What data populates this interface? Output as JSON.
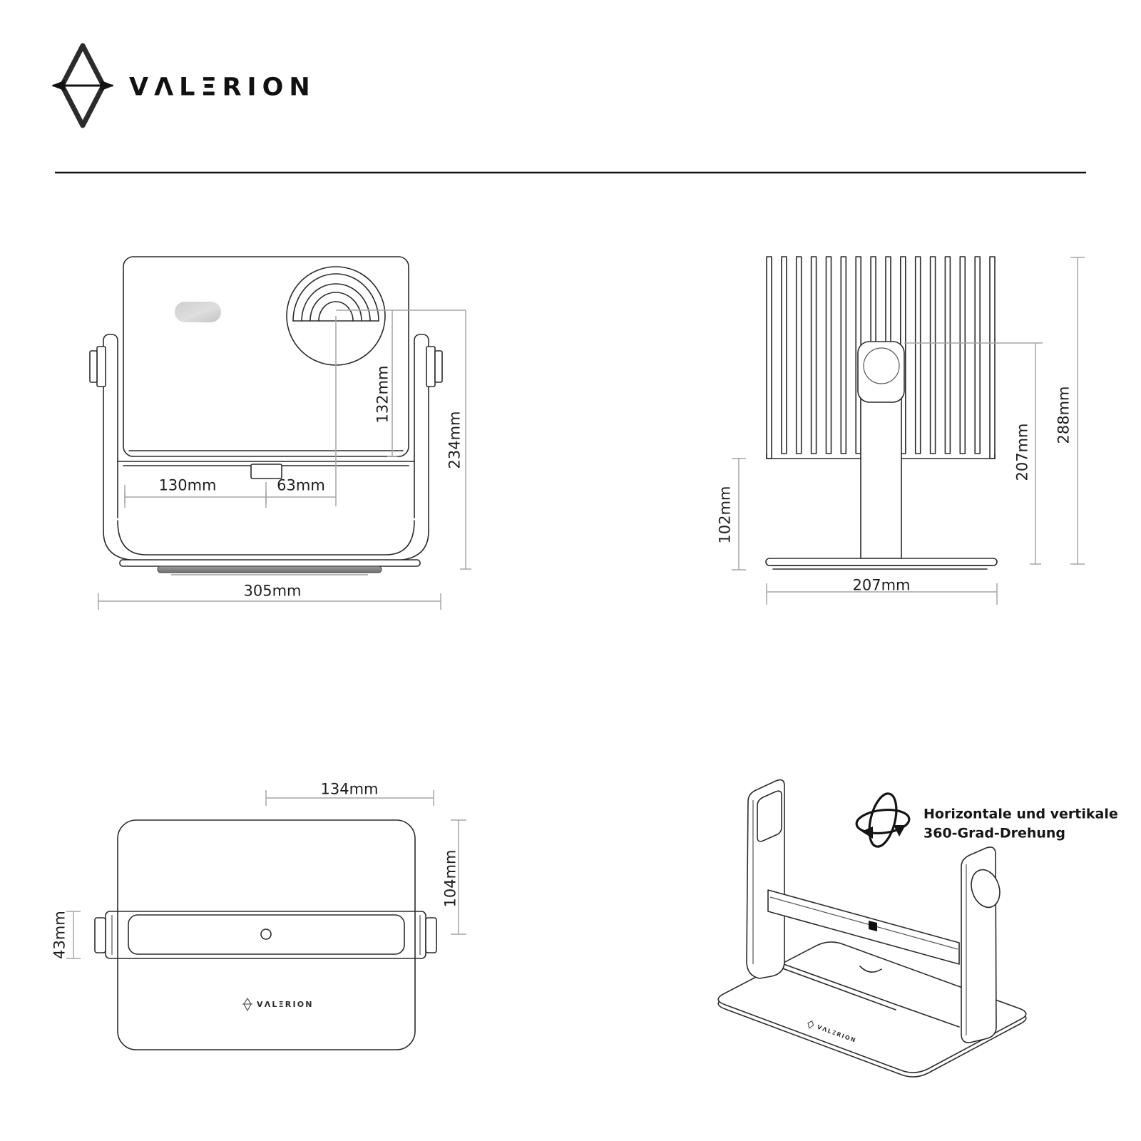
{
  "brand": {
    "name": "VALERION",
    "wordmark": "VΛLΞRION",
    "logo_icon": "valerion-diamond-icon"
  },
  "dims": {
    "front": {
      "left_width": "130mm",
      "lens_offset": "63mm",
      "lens_height": "132mm",
      "body_height": "234mm",
      "total_width": "305mm"
    },
    "side": {
      "base_to_fins": "102mm",
      "pivot_height": "207mm",
      "total_height": "288mm",
      "base_width": "207mm"
    },
    "top": {
      "center_to_edge": "134mm",
      "depth": "104mm",
      "bar_height": "43mm"
    }
  },
  "feature": {
    "icon": "rotation-360-icon",
    "line1": "Horizontale und vertikale",
    "line2": "360-Grad-Drehung"
  },
  "colors": {
    "background": "#ffffff",
    "drawing_line": "#2b2b2b",
    "dimension_line": "#a5a5a5",
    "label_text": "#1d1d1d",
    "base_disc": "#8a8a8a",
    "pill_light": "#e6e6e6",
    "pill_dark": "#c3c3c3"
  }
}
